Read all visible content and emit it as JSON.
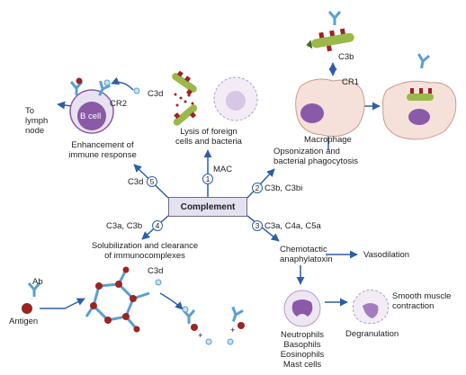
{
  "center": {
    "label": "Complement"
  },
  "pathways": [
    {
      "num": "1",
      "product": "MAC",
      "effect": "Lysis of foreign\ncells and bacteria"
    },
    {
      "num": "2",
      "product": "C3b, C3bi",
      "effect": "Opsonization and\nbacterial phagocytosis"
    },
    {
      "num": "3",
      "product": "C3a, C4a, C5a",
      "effect": "Chemotactic\nanaphylatoxin"
    },
    {
      "num": "4",
      "product": "C3a, C3b",
      "effect": "Solubilization and clearance\nof immunocomplexes"
    },
    {
      "num": "5",
      "product": "C3d",
      "effect": "Enhancement of\nimmune response"
    }
  ],
  "bcell": {
    "cell": "B cell",
    "receptor": "CR2",
    "ligand": "C3d",
    "destination": "To\nlymph\nnode"
  },
  "macrophage": {
    "cell": "Macrophage",
    "receptor": "CR1",
    "ligand": "C3b"
  },
  "chemotaxis": {
    "vasodilation": "Vasodilation",
    "cells": "Neutrophils\nBasophils\nEosinophils\nMast cells",
    "degranulation": "Degranulation",
    "smooth_muscle": "Smooth muscle\ncontraction"
  },
  "immunocomplex": {
    "antibody": "Ab",
    "antigen": "Antigen",
    "ligand": "C3d",
    "plus": "+"
  },
  "colors": {
    "arrow": "#2e5fa6",
    "antibody": "#5a9fd0",
    "antigen": "#9b2424",
    "cell_purple": "#8a5aa8",
    "complement_box": "#e4e1f1",
    "bacteria": "#9bb84a",
    "macrophage": "#f5e1da"
  }
}
